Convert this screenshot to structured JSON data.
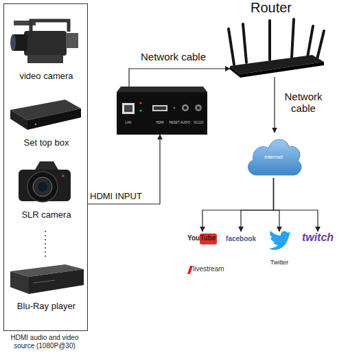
{
  "diagram": {
    "nodes": [
      {
        "text": [
          "video camera",
          "Set top box",
          "SLR camera",
          "Blu-Ray player",
          "HDMI audio and video source (1080P@30)"
        ]
      },
      {
        "text": [
          "LAN",
          "HDMI",
          "RESET",
          "AUDIO",
          "DC12V"
        ]
      },
      {
        "text": [
          "Router"
        ]
      },
      {
        "text": [
          "Internet"
        ]
      },
      {
        "text": [
          "YouTube"
        ]
      },
      {
        "text": [
          "facebook"
        ]
      },
      {
        "text": [
          "Twitter"
        ]
      },
      {
        "text": [
          "twitch"
        ]
      },
      {
        "text": [
          "livestream"
        ]
      }
    ],
    "edges": [
      {
        "from": 0,
        "to": 1,
        "arrow": "to",
        "label": "HDMI INPUT"
      },
      {
        "from": 1,
        "to": 2,
        "arrow": "to",
        "label": "Network cable"
      },
      {
        "from": 2,
        "to": 3,
        "arrow": "to",
        "label": "Network cable"
      },
      {
        "from": 3,
        "to": 4,
        "arrow": "to"
      },
      {
        "from": 3,
        "to": 5,
        "arrow": "to"
      },
      {
        "from": 3,
        "to": 6,
        "arrow": "to"
      },
      {
        "from": 3,
        "to": 7,
        "arrow": "to"
      }
    ]
  }
}
